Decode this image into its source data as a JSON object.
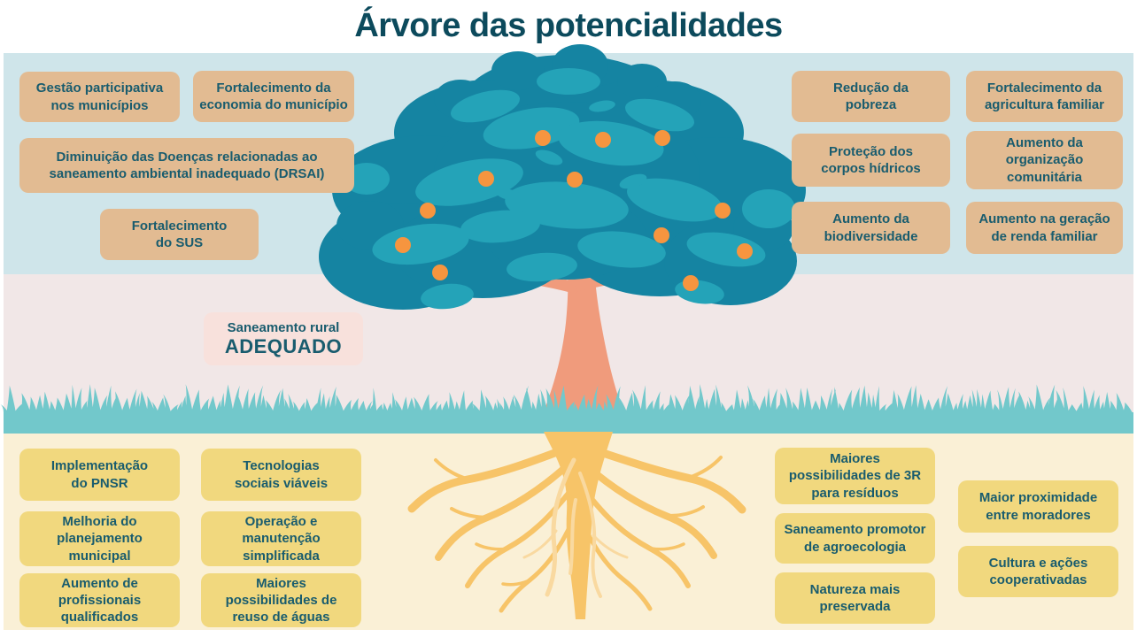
{
  "title": "Árvore das potencialidades",
  "palette": {
    "sky_band": "#cfe5ea",
    "middle_band": "#f1e7e7",
    "ground_band": "#faf0d6",
    "grass": "#72c8cb",
    "canopy_dark": "#1584a2",
    "canopy_light": "#24a3b8",
    "trunk": "#f09b7c",
    "fruit": "#f6953f",
    "roots": "#f7c468",
    "roots_light": "#f9d9a0",
    "tan_box": "#e2bb92",
    "yellow_box": "#f1d87e",
    "pink_box": "#f8e1dc",
    "box_text": "#195c6e",
    "title_color": "#0c4a5c"
  },
  "canopy_left_boxes": [
    {
      "label": "Gestão participativa\nnos municípios"
    },
    {
      "label": "Fortalecimento da\neconomia do município"
    },
    {
      "label": "Diminuição das Doenças relacionadas ao\nsaneamento ambiental inadequado (DRSAI)"
    },
    {
      "label": "Fortalecimento\ndo SUS"
    }
  ],
  "canopy_right_boxes": [
    {
      "label": "Redução da\npobreza"
    },
    {
      "label": "Fortalecimento da\nagricultura familiar"
    },
    {
      "label": "Proteção dos\ncorpos hídricos"
    },
    {
      "label": "Aumento da\norganização\ncomunitária"
    },
    {
      "label": "Aumento da\nbiodiversidade"
    },
    {
      "label": "Aumento na geração\nde renda familiar"
    }
  ],
  "trunk_box": {
    "line1": "Saneamento rural",
    "line2": "ADEQUADO"
  },
  "roots_left_boxes": [
    {
      "label": "Implementação\ndo PNSR"
    },
    {
      "label": "Tecnologias\nsociais viáveis"
    },
    {
      "label": "Melhoria do\nplanejamento\nmunicipal"
    },
    {
      "label": "Operação e\nmanutenção\nsimplificada"
    },
    {
      "label": "Aumento de\nprofissionais\nqualificados"
    },
    {
      "label": "Maiores\npossibilidades de\nreuso de águas"
    }
  ],
  "roots_right_boxes": [
    {
      "label": "Maiores\npossibilidades de 3R\npara resíduos"
    },
    {
      "label": "Saneamento promotor\nde agroecologia"
    },
    {
      "label": "Natureza mais\npreservada"
    },
    {
      "label": "Maior proximidade\nentre moradores"
    },
    {
      "label": "Cultura e ações\ncooperativadas"
    }
  ]
}
